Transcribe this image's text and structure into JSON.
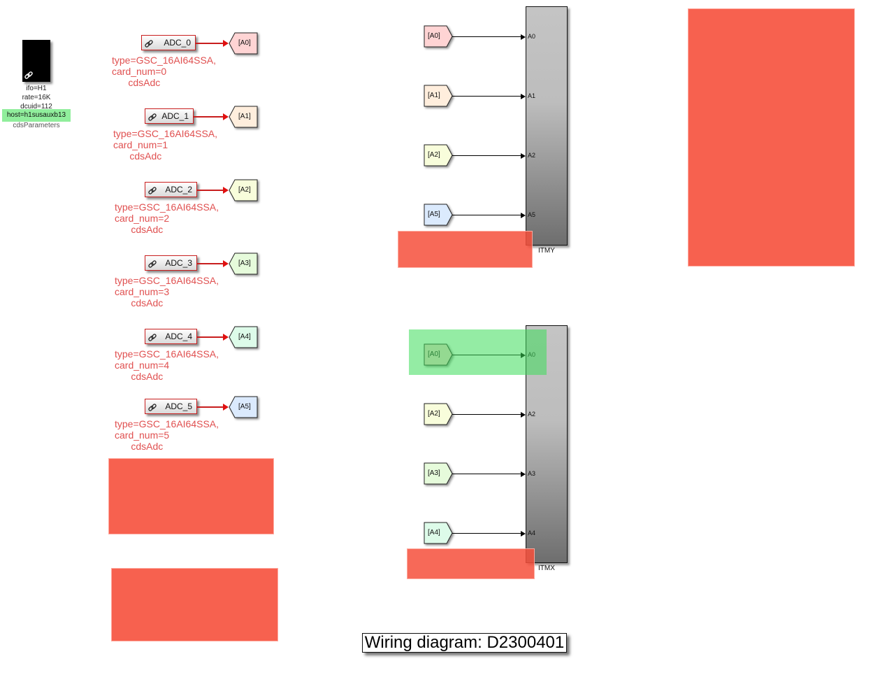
{
  "params": {
    "lines": [
      "ifo=H1",
      "rate=16K",
      "dcuid=112"
    ],
    "host": "host=h1susauxb13",
    "name": "cdsParameters",
    "host_highlight_color": "#90ee9c"
  },
  "adcs": [
    {
      "label": "ADC_0",
      "info": "type=GSC_16AI64SSA,\ncard_num=0\n      cdsAdc",
      "tag": "[A0]",
      "tag_color": "#ffd4d4"
    },
    {
      "label": "ADC_1",
      "info": "type=GSC_16AI64SSA,\ncard_num=1\n      cdsAdc",
      "tag": "[A1]",
      "tag_color": "#ffeedd"
    },
    {
      "label": "ADC_2",
      "info": "type=GSC_16AI64SSA,\ncard_num=2\n      cdsAdc",
      "tag": "[A2]",
      "tag_color": "#f8fddb"
    },
    {
      "label": "ADC_3",
      "info": "type=GSC_16AI64SSA,\ncard_num=3\n      cdsAdc",
      "tag": "[A3]",
      "tag_color": "#e6fbdb"
    },
    {
      "label": "ADC_4",
      "info": "type=GSC_16AI64SSA,\ncard_num=4\n      cdsAdc",
      "tag": "[A4]",
      "tag_color": "#ddfbe9"
    },
    {
      "label": "ADC_5",
      "info": "type=GSC_16AI64SSA,\ncard_num=5\n      cdsAdc",
      "tag": "[A5]",
      "tag_color": "#dbeafd"
    }
  ],
  "itmy": {
    "name": "ITMY",
    "inputs": [
      {
        "tag": "[A0]",
        "port": "A0",
        "tag_color": "#ffd4d4"
      },
      {
        "tag": "[A1]",
        "port": "A1",
        "tag_color": "#ffeedd"
      },
      {
        "tag": "[A2]",
        "port": "A2",
        "tag_color": "#f8fddb"
      },
      {
        "tag": "[A5]",
        "port": "A5",
        "tag_color": "#dbeafd"
      }
    ]
  },
  "itmx": {
    "name": "ITMX",
    "inputs": [
      {
        "tag": "[A0]",
        "port": "A0",
        "tag_color": "#ffd4d4"
      },
      {
        "tag": "[A2]",
        "port": "A2",
        "tag_color": "#f8fddb"
      },
      {
        "tag": "[A3]",
        "port": "A3",
        "tag_color": "#e6fbdb"
      },
      {
        "tag": "[A4]",
        "port": "A4",
        "tag_color": "#ddfbe9"
      }
    ]
  },
  "title": "Wiring diagram: D2300401",
  "colors": {
    "wire_red": "#c81e1e",
    "annotation_red": "#e05050",
    "overlay_red": "#f6604f",
    "overlay_green": "#90ee9c"
  }
}
